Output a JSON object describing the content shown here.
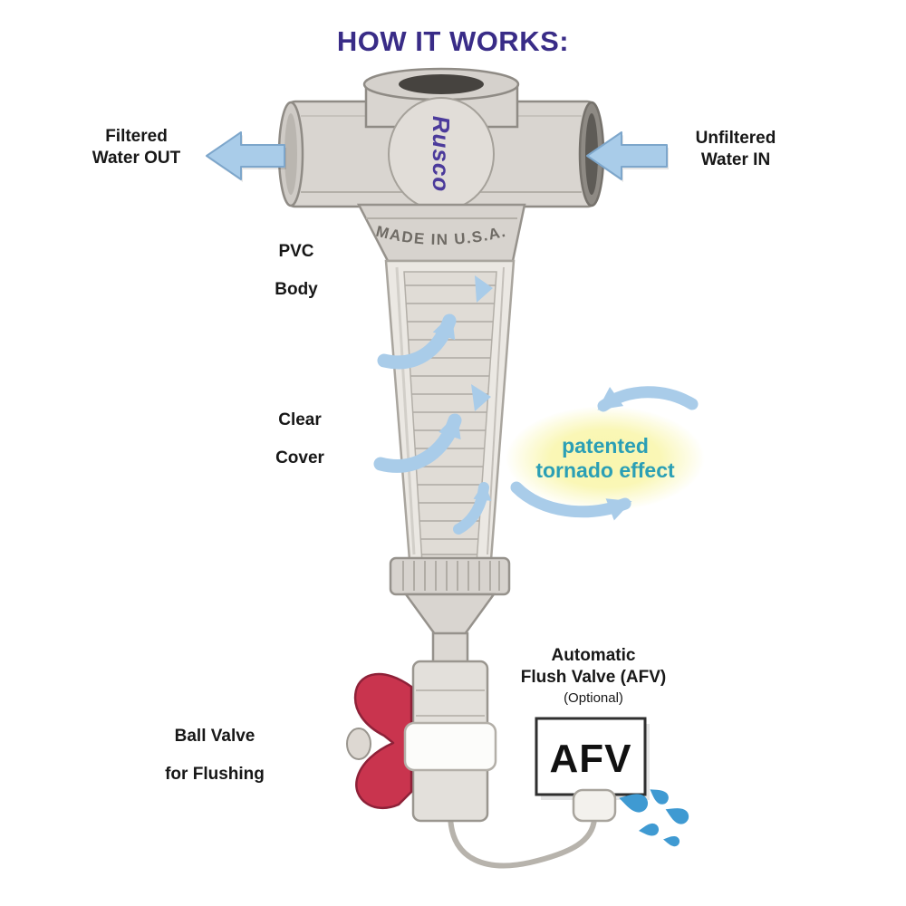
{
  "title": "HOW IT WORKS:",
  "labels": {
    "filtered_out": {
      "line1": "Filtered",
      "line2": "Water OUT"
    },
    "unfiltered_in": {
      "line1": "Unfiltered",
      "line2": "Water IN"
    },
    "pvc_body": {
      "line1": "PVC",
      "line2": "Body"
    },
    "clear_cover": {
      "line1": "Clear",
      "line2": "Cover"
    },
    "ball_valve": {
      "line1": "Ball Valve",
      "line2": "for Flushing"
    },
    "afv_label": {
      "line1": "Automatic",
      "line2": "Flush Valve (AFV)",
      "line3": "(Optional)"
    }
  },
  "callout": {
    "line1": "patented",
    "line2": "tornado effect"
  },
  "device": {
    "made_in": "MADE IN U.S.A.",
    "brand": "Rusco",
    "afv_box_text": "AFV"
  },
  "colors": {
    "title_purple": "#392c87",
    "arrow_blue": "#a9cce9",
    "callout_teal": "#2b9fb5",
    "handle_red": "#c9344e",
    "drop_blue": "#3f9ad2",
    "glow_yellow": "#f9f6ae"
  }
}
